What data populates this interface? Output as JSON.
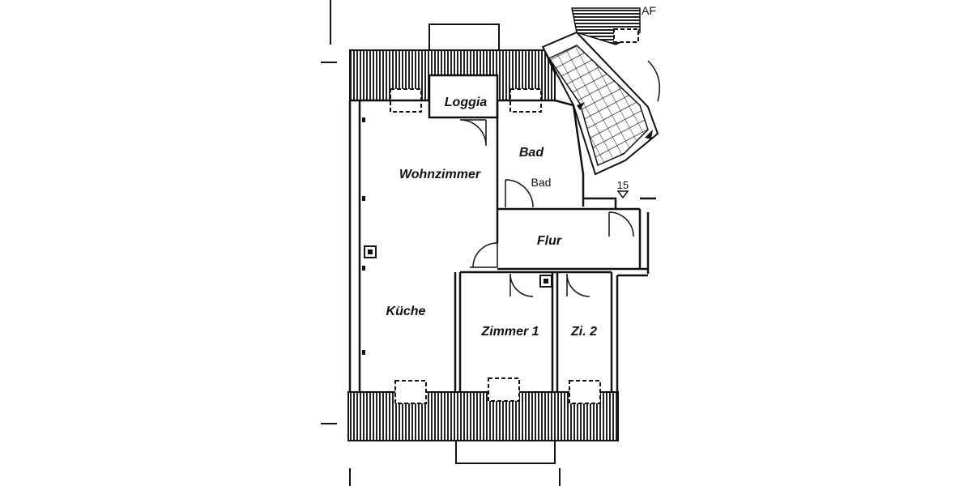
{
  "rooms": {
    "loggia": "Loggia",
    "bad": "Bad",
    "bad_fixture": "Bad",
    "wohnzimmer": "Wohnzimmer",
    "flur": "Flur",
    "kueche": "Küche",
    "zimmer1": "Zimmer 1",
    "zi2": "Zi. 2"
  },
  "markers": {
    "stair_step": "15",
    "corner_text": "AF"
  },
  "colors": {
    "line": "#111111",
    "background": "#ffffff"
  }
}
